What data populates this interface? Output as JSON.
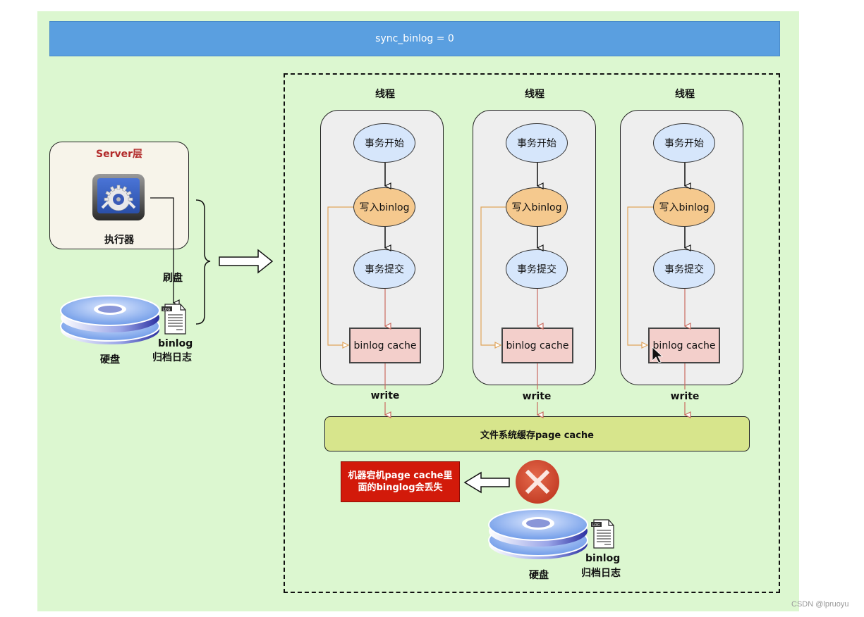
{
  "header": {
    "title": "sync_binlog = 0"
  },
  "server": {
    "title": "Server层",
    "executor_label": "执行器",
    "flush_label": "刷盘",
    "disk_label": "硬盘",
    "binlog_file_label": "binlog",
    "binlog_file_sublabel": "归档日志"
  },
  "threads": [
    {
      "title": "线程",
      "start": "事务开始",
      "write": "写入binlog",
      "commit": "事务提交",
      "cache": "binlog cache",
      "write_label": "write"
    },
    {
      "title": "线程",
      "start": "事务开始",
      "write": "写入binlog",
      "commit": "事务提交",
      "cache": "binlog cache",
      "write_label": "write"
    },
    {
      "title": "线程",
      "start": "事务开始",
      "write": "写入binlog",
      "commit": "事务提交",
      "cache": "binlog cache",
      "write_label": "write"
    }
  ],
  "page_cache": {
    "label": "文件系统缓存page cache"
  },
  "warning": {
    "line1": "机器宕机page cache里",
    "line2": "面的binglog会丢失"
  },
  "bottom_disk": {
    "disk_label": "硬盘",
    "binlog_file_label": "binlog",
    "binlog_file_sublabel": "归档日志"
  },
  "icons": {
    "executor": "gear-settings-icon",
    "disk": "hard-disk-icon",
    "log_file": "log-file-icon",
    "failure": "red-x-icon"
  },
  "colors": {
    "background": "#dcf7d0",
    "header": "#5a9fe0",
    "ellipse_blue": "#d6e6fb",
    "ellipse_orange": "#f5c98e",
    "cache": "#f3cfcb",
    "page_cache": "#d7e58c",
    "warning": "#d21a0a",
    "server_title": "#b22a2a"
  },
  "watermark": "CSDN @lpruoyu"
}
